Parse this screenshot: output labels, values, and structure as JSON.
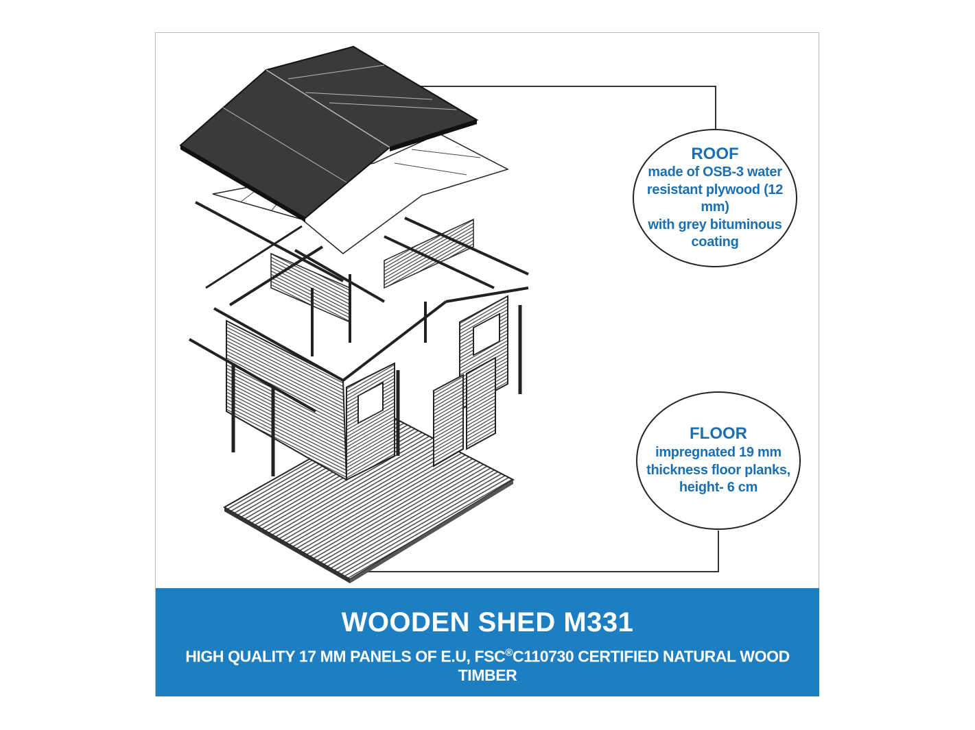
{
  "callouts": {
    "roof": {
      "title": "ROOF",
      "description": "made of OSB-3 water\nresistant plywood (12 mm)\nwith grey bituminous\ncoating"
    },
    "floor": {
      "title": "FLOOR",
      "description": "impregnated 19 mm\nthickness floor planks,\nheight- 6 cm"
    }
  },
  "banner": {
    "title": "WOODEN SHED M331",
    "subtitle_before": "HIGH QUALITY 17 MM PANELS OF E.U, FSC",
    "subtitle_mark": "®",
    "subtitle_after": "C110730 CERTIFIED NATURAL WOOD TIMBER"
  },
  "colors": {
    "banner": "#1d7fc1",
    "callout_text": "#1a6fb3",
    "roof": "#3a3a3a"
  }
}
